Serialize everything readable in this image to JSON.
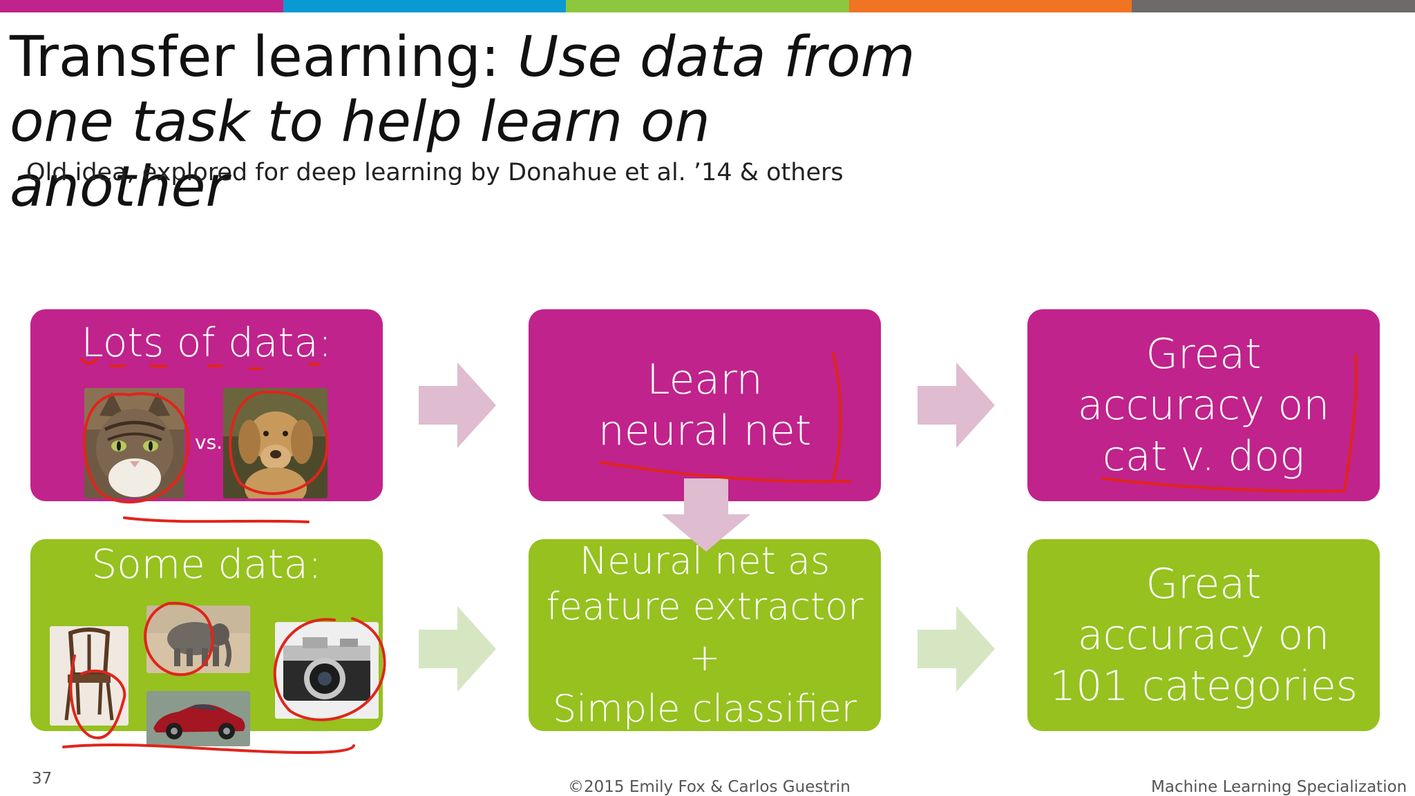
{
  "colors": {
    "bar": [
      "#c0238b",
      "#0a9ad3",
      "#8dc63f",
      "#f07422",
      "#6d6a69"
    ],
    "magenta": "#c0238b",
    "green": "#96c11f",
    "arrow_magenta": "#dfbcd0",
    "arrow_green": "#d6e6c3",
    "ink": "#e0251b"
  },
  "title": {
    "main": "Transfer learning:",
    "italic": "Use data from one task to help learn on another"
  },
  "subtitle": "Old idea, explored for deep learning by Donahue et al. ’14 & others",
  "row1": {
    "box1_label": "Lots of data:",
    "vs": "vs.",
    "images": [
      "cat-photo",
      "dog-photo"
    ],
    "box2": [
      "Learn",
      "neural net"
    ],
    "box3": [
      "Great",
      "accuracy on",
      "cat v. dog"
    ]
  },
  "row2": {
    "box1_label": "Some data:",
    "images": [
      "chair-photo",
      "elephant-photo",
      "camera-photo",
      "car-photo"
    ],
    "box2": [
      "Neural net as",
      "feature extractor",
      "+",
      "Simple classifier"
    ],
    "box3": [
      "Great",
      "accuracy on",
      "101 categories"
    ]
  },
  "footer": {
    "page": "37",
    "copyright": "©2015 Emily Fox & Carlos Guestrin",
    "course": "Machine Learning Specialization"
  }
}
